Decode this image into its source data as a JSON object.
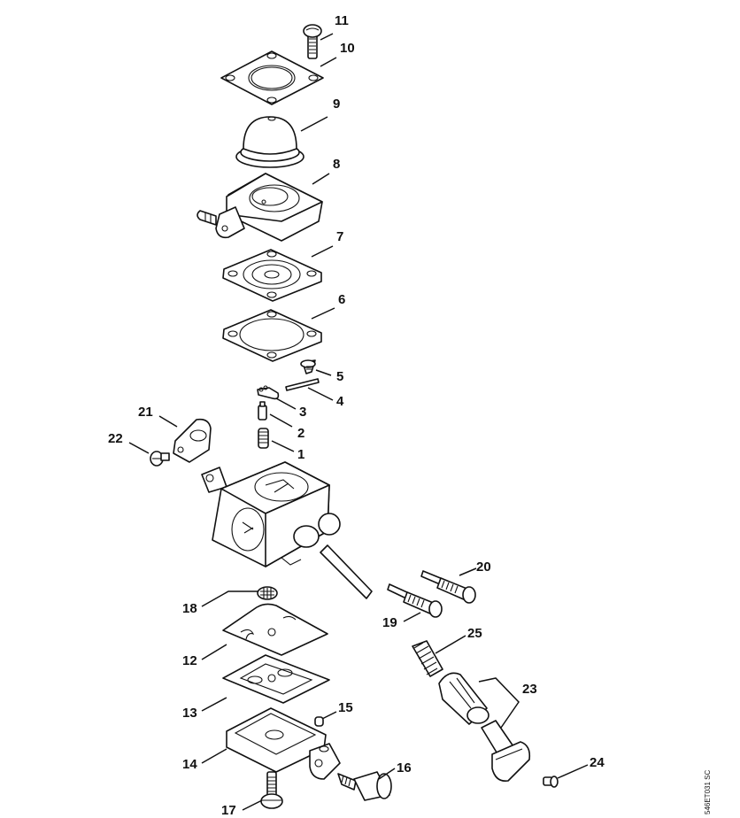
{
  "diagram": {
    "type": "exploded-parts-diagram",
    "subject": "carburetor",
    "reference_code": "546ET031 SC",
    "colors": {
      "line": "#111111",
      "background": "#ffffff"
    },
    "callouts": [
      {
        "id": "1",
        "label": "1",
        "part": "spring"
      },
      {
        "id": "2",
        "label": "2",
        "part": "inlet-needle"
      },
      {
        "id": "3",
        "label": "3",
        "part": "inlet-control-lever"
      },
      {
        "id": "4",
        "label": "4",
        "part": "spindle"
      },
      {
        "id": "5",
        "label": "5",
        "part": "screw"
      },
      {
        "id": "6",
        "label": "6",
        "part": "gasket"
      },
      {
        "id": "7",
        "label": "7",
        "part": "metering-diaphragm"
      },
      {
        "id": "8",
        "label": "8",
        "part": "pump-housing"
      },
      {
        "id": "9",
        "label": "9",
        "part": "purge-bulb"
      },
      {
        "id": "10",
        "label": "10",
        "part": "retaining-plate"
      },
      {
        "id": "11",
        "label": "11",
        "part": "screw"
      },
      {
        "id": "12",
        "label": "12",
        "part": "pump-diaphragm"
      },
      {
        "id": "13",
        "label": "13",
        "part": "gasket"
      },
      {
        "id": "14",
        "label": "14",
        "part": "end-cover"
      },
      {
        "id": "15",
        "label": "15",
        "part": "plug"
      },
      {
        "id": "16",
        "label": "16",
        "part": "fuel-fitting"
      },
      {
        "id": "17",
        "label": "17",
        "part": "screw"
      },
      {
        "id": "18",
        "label": "18",
        "part": "strainer"
      },
      {
        "id": "19",
        "label": "19",
        "part": "adjusting-screw"
      },
      {
        "id": "20",
        "label": "20",
        "part": "adjusting-screw"
      },
      {
        "id": "21",
        "label": "21",
        "part": "clamp"
      },
      {
        "id": "22",
        "label": "22",
        "part": "screw"
      },
      {
        "id": "23",
        "label": "23",
        "part": "choke-knob-assembly"
      },
      {
        "id": "24",
        "label": "24",
        "part": "screw"
      },
      {
        "id": "25",
        "label": "25",
        "part": "spring"
      }
    ]
  }
}
